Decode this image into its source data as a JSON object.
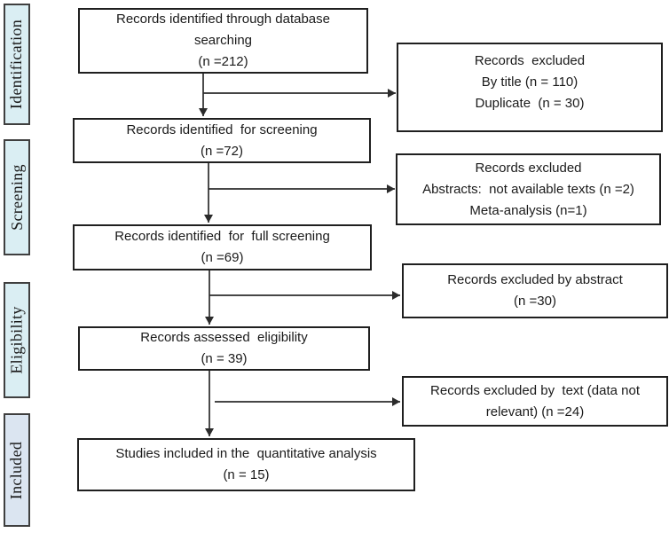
{
  "diagram_title": "PRISMA study selection flow diagram",
  "colors": {
    "box_border": "#1f1f1f",
    "stage_border": "#3f3f3f",
    "stage_fill": "#daeef3",
    "included_fill": "#dbe5f1",
    "arrow": "#2b2b2b"
  },
  "stages": [
    {
      "label": "Identification"
    },
    {
      "label": "Screening"
    },
    {
      "label": "Eligibility"
    },
    {
      "label": "Included"
    }
  ],
  "flow_boxes": [
    {
      "lines": [
        "Records identified through database",
        "searching",
        "(n =212)"
      ]
    },
    {
      "lines": [
        "Records identified  for screening",
        "(n =72)"
      ]
    },
    {
      "lines": [
        "Records identified  for  full screening",
        "(n =69)"
      ]
    },
    {
      "lines": [
        "Records assessed  eligibility",
        "(n = 39)"
      ]
    },
    {
      "lines": [
        "Studies included in the  quantitative analysis",
        "(n = 15)"
      ]
    }
  ],
  "exclusion_boxes": [
    {
      "lines": [
        "Records  excluded",
        "By title (n = 110)",
        "Duplicate  (n = 30)"
      ]
    },
    {
      "lines": [
        "Records excluded",
        "Abstracts:  not available texts (n =2)",
        "Meta-analysis (n=1)"
      ]
    },
    {
      "lines": [
        "Records excluded by abstract",
        "(n =30)"
      ]
    },
    {
      "lines": [
        "Records excluded by  text (data not",
        "relevant) (n =24)"
      ]
    }
  ]
}
